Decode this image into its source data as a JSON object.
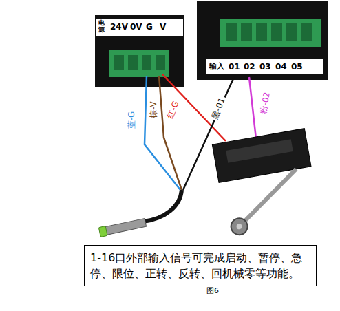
{
  "diagram": {
    "nodes": [
      {
        "text": [
          "1-16口外部输入信号可完成启动、暂停、急停、限位、正转、反转、回机械零等功能。"
        ]
      }
    ],
    "labels": [
      "电源",
      "24V",
      "0V",
      "G",
      "V",
      "输入",
      "01",
      "02",
      "03",
      "04",
      "05",
      "蓝-G",
      "棕-V",
      "红-G",
      "黑-01",
      "粉-02",
      "图6"
    ]
  }
}
